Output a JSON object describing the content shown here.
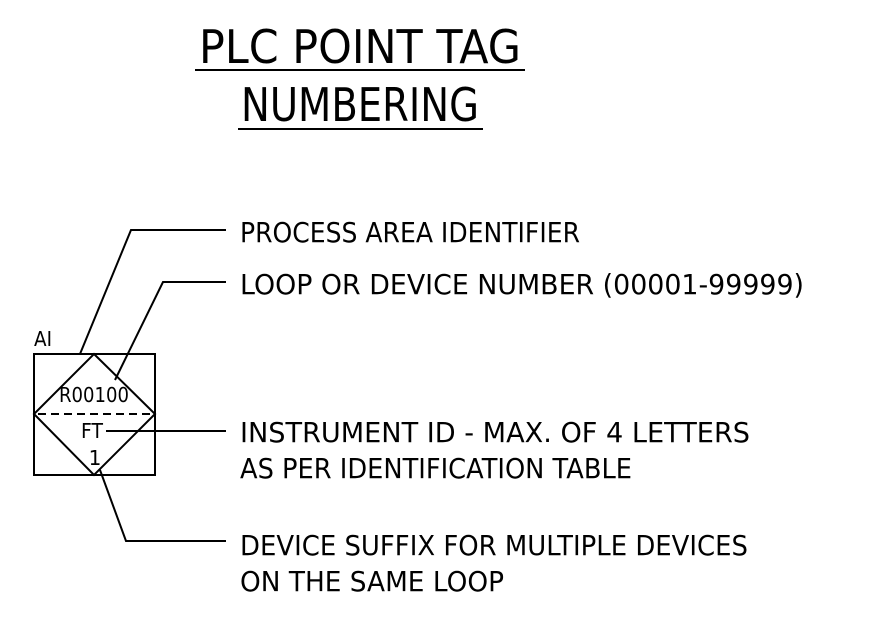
{
  "title": {
    "line1": "PLC POINT TAG",
    "line2": "NUMBERING"
  },
  "symbol": {
    "signal_type": "AI",
    "loop_number": "R00100",
    "instrument_id": "FT",
    "device_suffix": "1"
  },
  "callouts": {
    "process_area": "PROCESS AREA IDENTIFIER",
    "loop_number": "LOOP OR DEVICE NUMBER (00001-99999)",
    "instrument_line1": "INSTRUMENT ID - MAX. OF 4 LETTERS",
    "instrument_line2": "AS PER IDENTIFICATION TABLE",
    "suffix_line1": "DEVICE SUFFIX FOR MULTIPLE DEVICES",
    "suffix_line2": "ON THE SAME LOOP"
  }
}
